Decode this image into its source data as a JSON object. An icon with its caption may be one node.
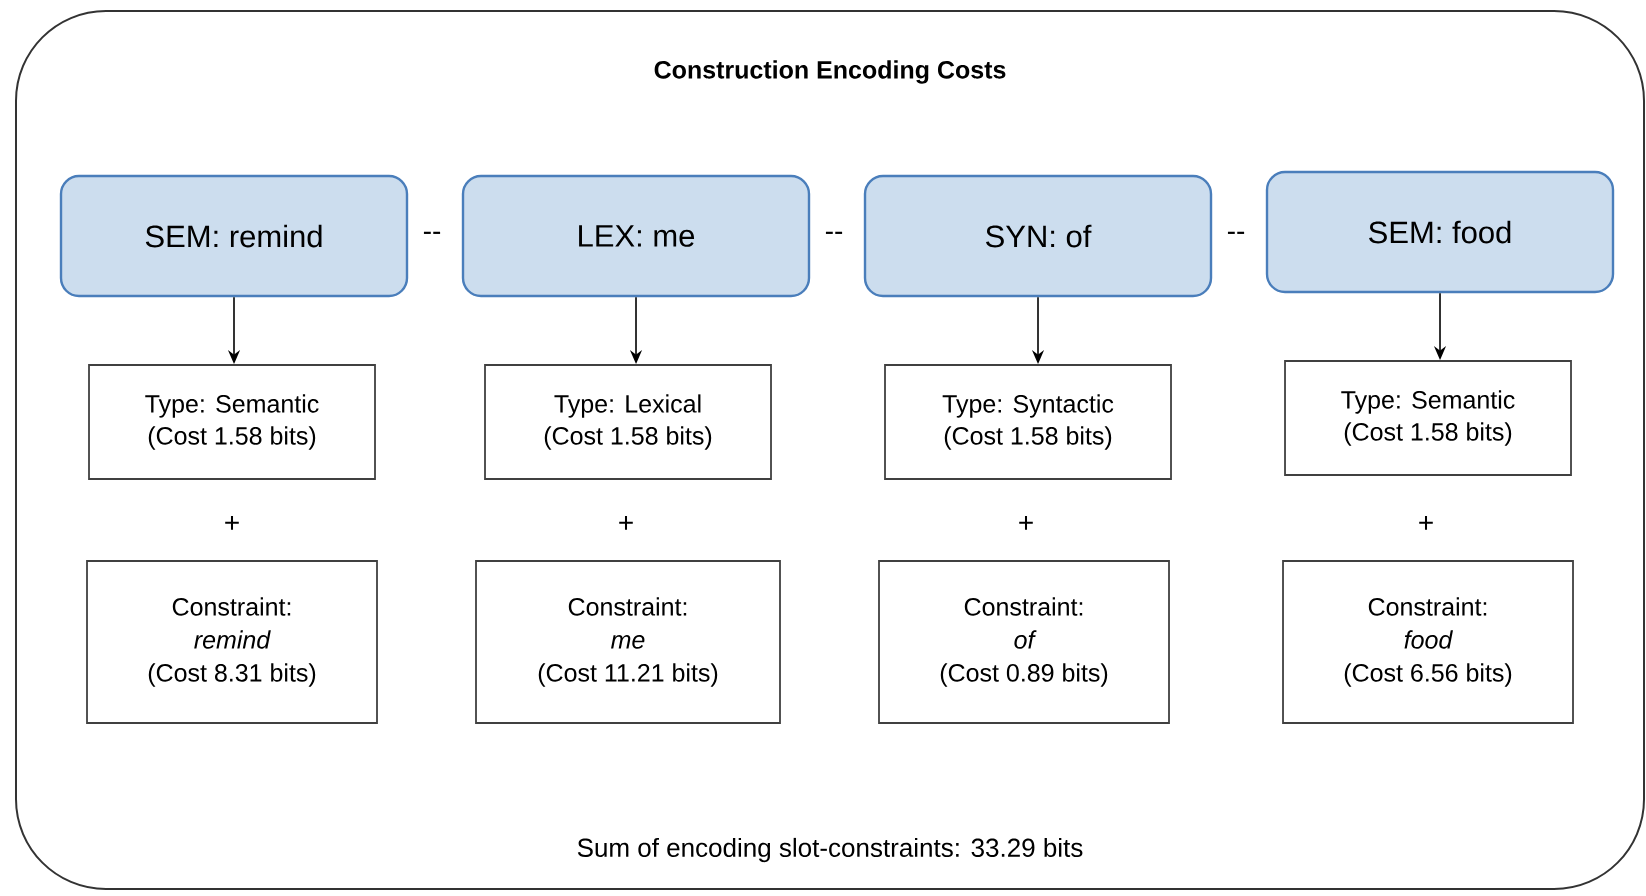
{
  "diagram": {
    "nodes": [
      {
        "text": [
          "Construction Encoding Costs",
          "Sum of encoding slot-constraints: 33.29 bits"
        ]
      },
      {
        "text": [
          "SEM: remind"
        ],
        "in": 0
      },
      {
        "text": [
          "LEX: me"
        ],
        "in": 0
      },
      {
        "text": [
          "SYN: of"
        ],
        "in": 0
      },
      {
        "text": [
          "SEM: food"
        ],
        "in": 0
      },
      {
        "text": [
          "Type: Semantic",
          "(Cost 1.58 bits)"
        ],
        "in": 0
      },
      {
        "text": [
          "Type: Lexical",
          "(Cost 1.58 bits)"
        ],
        "in": 0
      },
      {
        "text": [
          "Type: Syntactic",
          "(Cost 1.58 bits)"
        ],
        "in": 0
      },
      {
        "text": [
          "Type: Semantic",
          "(Cost 1.58 bits)"
        ],
        "in": 0
      },
      {
        "text": [
          "Constraint:",
          "remind",
          "(Cost 8.31 bits)"
        ],
        "in": 0
      },
      {
        "text": [
          "Constraint:",
          "me",
          "(Cost 11.21 bits)"
        ],
        "in": 0
      },
      {
        "text": [
          "Constraint:",
          "of",
          "(Cost 0.89 bits)"
        ],
        "in": 0
      },
      {
        "text": [
          "Constraint:",
          "food",
          "(Cost 6.56 bits)"
        ],
        "in": 0
      }
    ],
    "edges": [
      {
        "from": 1,
        "to": 5,
        "arrow": "to"
      },
      {
        "from": 2,
        "to": 6,
        "arrow": "to"
      },
      {
        "from": 3,
        "to": 7,
        "arrow": "to"
      },
      {
        "from": 4,
        "to": 8,
        "arrow": "to"
      }
    ],
    "labels": [
      "--",
      "--",
      "--",
      "+",
      "+",
      "+",
      "+"
    ]
  }
}
